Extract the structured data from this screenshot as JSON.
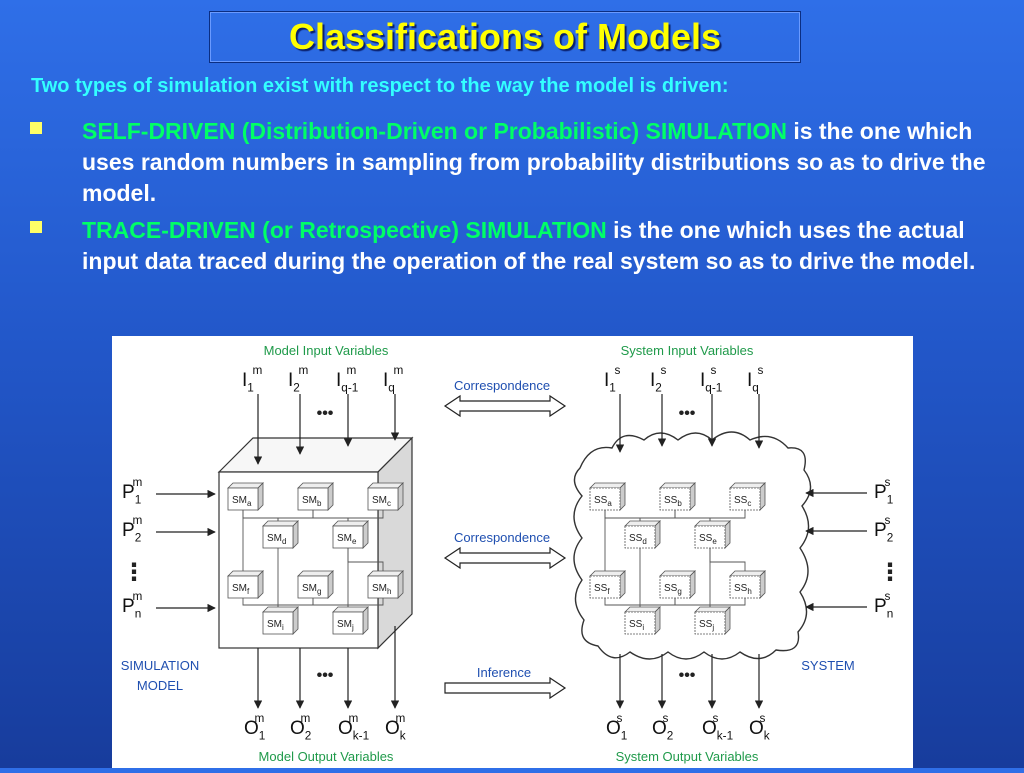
{
  "slide": {
    "title": "Classifications of Models",
    "subtitle": "Two types of simulation exist with respect to the way the model is driven:",
    "bullets": [
      {
        "highlight": "SELF-DRIVEN (Distribution-Driven or Probabilistic) SIMULATION",
        "text": " is the one which uses random numbers in sampling from probability distributions so as to drive the model."
      },
      {
        "highlight": "TRACE-DRIVEN (or Retrospective) SIMULATION",
        "text": " is the one which uses the actual input data traced during the operation of the real system so as to drive the model."
      }
    ]
  },
  "diagram": {
    "model_input_label": "Model Input Variables",
    "system_input_label": "System Input Variables",
    "model_output_label": "Model Output Variables",
    "system_output_label": "System Output Variables",
    "correspondence_top": "Correspondence",
    "correspondence_mid": "Correspondence",
    "inference": "Inference",
    "simulation_model_line1": "SIMULATION",
    "simulation_model_line2": "MODEL",
    "system_label": "SYSTEM",
    "ellipsis": "•••",
    "vellipsis": "⋮",
    "model_inputs": [
      {
        "base": "I",
        "sup": "m",
        "sub": "1"
      },
      {
        "base": "I",
        "sup": "m",
        "sub": "2"
      },
      {
        "base": "I",
        "sup": "m",
        "sub": "q-1"
      },
      {
        "base": "I",
        "sup": "m",
        "sub": "q"
      }
    ],
    "system_inputs": [
      {
        "base": "I",
        "sup": "s",
        "sub": "1"
      },
      {
        "base": "I",
        "sup": "s",
        "sub": "2"
      },
      {
        "base": "I",
        "sup": "s",
        "sub": "q-1"
      },
      {
        "base": "I",
        "sup": "s",
        "sub": "q"
      }
    ],
    "model_params": [
      {
        "base": "P",
        "sup": "m",
        "sub": "1"
      },
      {
        "base": "P",
        "sup": "m",
        "sub": "2"
      },
      {
        "base": "P",
        "sup": "m",
        "sub": "n"
      }
    ],
    "system_params": [
      {
        "base": "P",
        "sup": "s",
        "sub": "1"
      },
      {
        "base": "P",
        "sup": "s",
        "sub": "2"
      },
      {
        "base": "P",
        "sup": "s",
        "sub": "n"
      }
    ],
    "model_outputs": [
      {
        "base": "O",
        "sup": "m",
        "sub": "1"
      },
      {
        "base": "O",
        "sup": "m",
        "sub": "2"
      },
      {
        "base": "O",
        "sup": "m",
        "sub": "k-1"
      },
      {
        "base": "O",
        "sup": "m",
        "sub": "k"
      }
    ],
    "system_outputs": [
      {
        "base": "O",
        "sup": "s",
        "sub": "1"
      },
      {
        "base": "O",
        "sup": "s",
        "sub": "2"
      },
      {
        "base": "O",
        "sup": "s",
        "sub": "k-1"
      },
      {
        "base": "O",
        "sup": "s",
        "sub": "k"
      }
    ],
    "submodels": [
      {
        "base": "SM",
        "sub": "a"
      },
      {
        "base": "SM",
        "sub": "b"
      },
      {
        "base": "SM",
        "sub": "c"
      },
      {
        "base": "SM",
        "sub": "d"
      },
      {
        "base": "SM",
        "sub": "e"
      },
      {
        "base": "SM",
        "sub": "f"
      },
      {
        "base": "SM",
        "sub": "g"
      },
      {
        "base": "SM",
        "sub": "h"
      },
      {
        "base": "SM",
        "sub": "i"
      },
      {
        "base": "SM",
        "sub": "j"
      }
    ],
    "subsystems": [
      {
        "base": "SS",
        "sub": "a"
      },
      {
        "base": "SS",
        "sub": "b"
      },
      {
        "base": "SS",
        "sub": "c"
      },
      {
        "base": "SS",
        "sub": "d"
      },
      {
        "base": "SS",
        "sub": "e"
      },
      {
        "base": "SS",
        "sub": "f"
      },
      {
        "base": "SS",
        "sub": "g"
      },
      {
        "base": "SS",
        "sub": "h"
      },
      {
        "base": "SS",
        "sub": "i"
      },
      {
        "base": "SS",
        "sub": "j"
      }
    ]
  }
}
